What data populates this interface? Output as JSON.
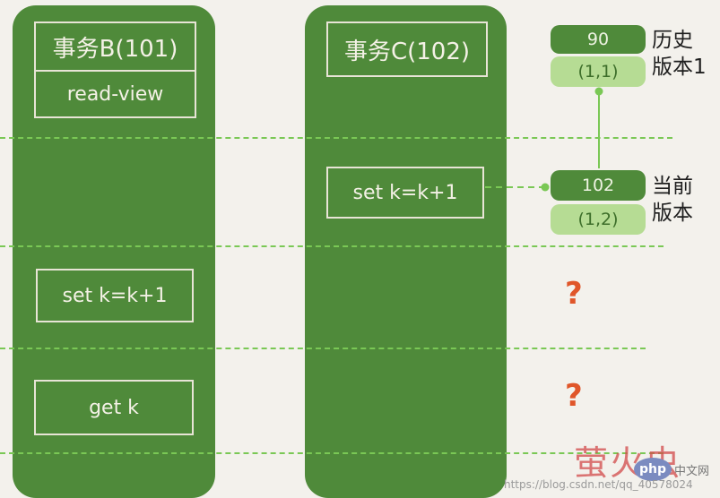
{
  "transaction_b": {
    "title": "事务B(101)",
    "subtitle": "read-view",
    "step1": "set k=k+1",
    "step2": "get k"
  },
  "transaction_c": {
    "title": "事务C(102)",
    "step1": "set k=k+1"
  },
  "versions": {
    "history": {
      "value": "90",
      "row": "(1,1)",
      "label_line1": "历史",
      "label_line2": "版本1"
    },
    "current": {
      "value": "102",
      "row": "(1,2)",
      "label_line1": "当前",
      "label_line2": "版本"
    }
  },
  "unknowns": [
    "?",
    "?"
  ],
  "colors": {
    "column": "#4f8a3a",
    "version_light": "#b6dc94",
    "dash": "#7ac855",
    "question": "#e0562a"
  },
  "watermark": {
    "site_name": "萤火虫",
    "badge": "php",
    "badge_text": "中文网",
    "url": "https://blog.csdn.net/qq_40578024"
  }
}
